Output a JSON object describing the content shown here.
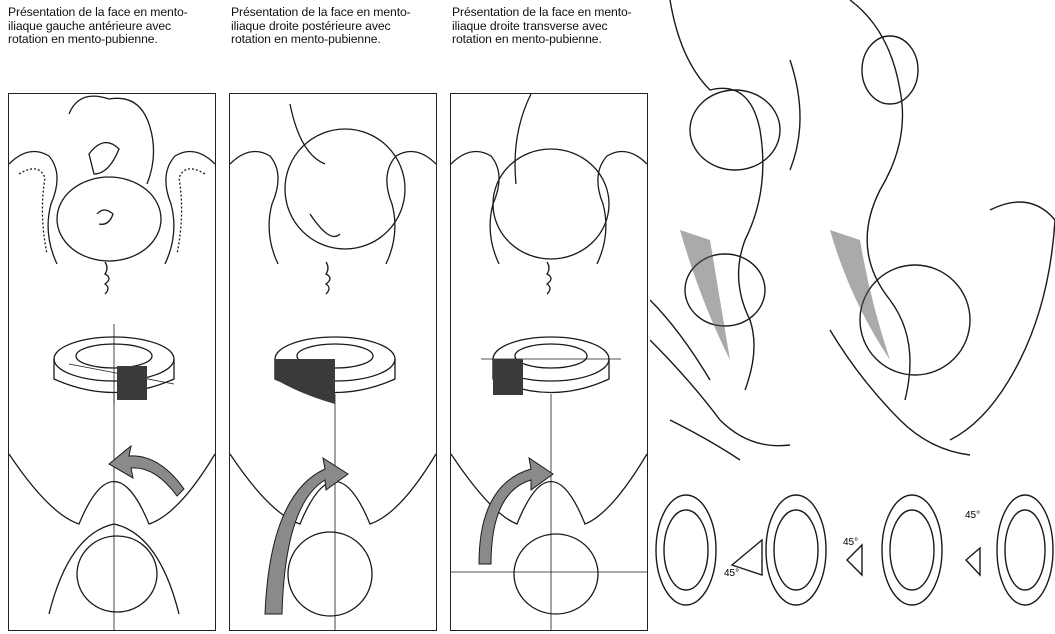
{
  "captions": [
    {
      "lines": [
        "Présentation de la face en mento-",
        "iliaque gauche antérieure avec",
        "rotation en mento-pubienne."
      ]
    },
    {
      "lines": [
        "Présentation de la face en mento-",
        "iliaque droite postérieure avec",
        "rotation en mento-pubienne."
      ]
    },
    {
      "lines": [
        "Présentation de la face en mento-",
        "iliaque droite transverse avec",
        "rotation en mento-pubienne."
      ]
    }
  ],
  "angle_labels": [
    "45°",
    "45°",
    "45°"
  ],
  "colors": {
    "ink": "#1a1a1a",
    "hatch": "#555555",
    "ring_dark": "#3a3a3a",
    "arrow_fill": "#8a8a8a"
  }
}
